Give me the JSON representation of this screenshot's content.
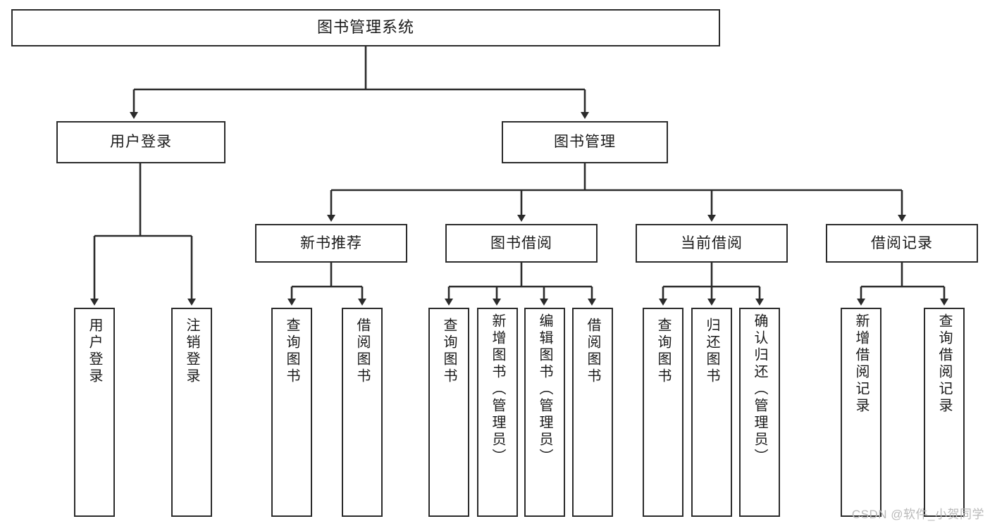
{
  "diagram": {
    "title": "图书管理系统",
    "type": "tree-hierarchy-chart",
    "root": {
      "label": "图书管理系统"
    },
    "level2": [
      {
        "label": "用户登录"
      },
      {
        "label": "图书管理"
      }
    ],
    "level3": [
      {
        "label": "新书推荐"
      },
      {
        "label": "图书借阅"
      },
      {
        "label": "当前借阅"
      },
      {
        "label": "借阅记录"
      }
    ],
    "leaves": {
      "user_login": [
        {
          "label": "用户登录"
        },
        {
          "label": "注销登录"
        }
      ],
      "new_book_recommend": [
        {
          "label": "查询图书"
        },
        {
          "label": "借阅图书"
        }
      ],
      "book_borrow": [
        {
          "label": "查询图书"
        },
        {
          "label": "新增图书（管理员）"
        },
        {
          "label": "编辑图书（管理员）"
        },
        {
          "label": "借阅图书"
        }
      ],
      "current_borrow": [
        {
          "label": "查询图书"
        },
        {
          "label": "归还图书"
        },
        {
          "label": "确认归还（管理员）"
        }
      ],
      "borrow_record": [
        {
          "label": "新增借阅记录"
        },
        {
          "label": "查询借阅记录"
        }
      ]
    }
  },
  "watermark": {
    "text": "CSDN @软件_小贺同学"
  },
  "colors": {
    "box_border": "#2b2b2b",
    "connector": "#2b2b2b",
    "background": "#ffffff",
    "text": "#1a1a1a",
    "watermark": "#b9b9b9"
  }
}
